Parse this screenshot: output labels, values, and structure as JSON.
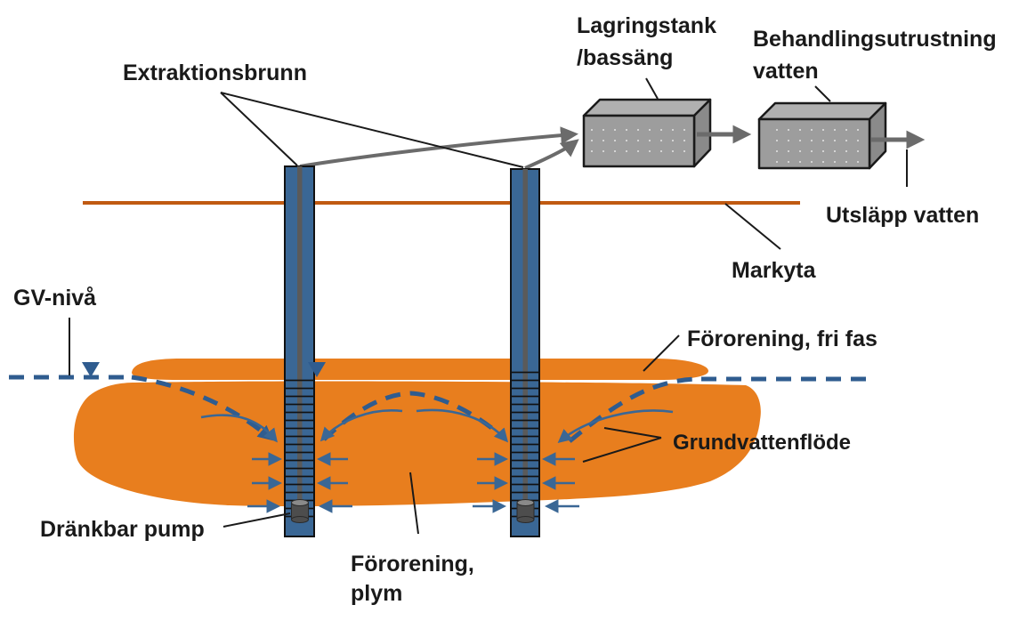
{
  "diagram": {
    "labels": {
      "extraction_well": "Extraktionsbrunn",
      "storage_tank_line1": "Lagringstank",
      "storage_tank_line2": "/bassäng",
      "treatment_line1": "Behandlingsutrustning",
      "treatment_line2": "vatten",
      "discharge_water": "Utsläpp vatten",
      "ground_surface": "Markyta",
      "gw_level": "GV-nivå",
      "free_phase": "Förorening, fri fas",
      "gw_flow": "Grundvattenflöde",
      "plume_line1": "Förorening,",
      "plume_line2": "plym",
      "submersible_pump": "Dränkbar pump"
    },
    "colors": {
      "plume_orange": "#E87E1E",
      "ground_line_orange": "#C05A11",
      "well_blue": "#3A6795",
      "water_table_blue": "#2F5C8F",
      "box_gray_front": "#9D9D9D",
      "box_gray_top": "#B0B0B0",
      "box_gray_side": "#8A8A8A",
      "pipe_gray": "#6B6B6B",
      "pump_gray": "#4D4D4D",
      "text_black": "#1A1A1A"
    }
  }
}
